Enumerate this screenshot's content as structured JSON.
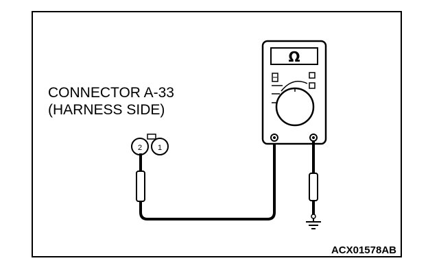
{
  "connector": {
    "title": "CONNECTOR A-33",
    "subtitle": "(HARNESS SIDE)",
    "pins": [
      "2",
      "1"
    ]
  },
  "meter": {
    "display_symbol": "Ω",
    "mode": "resistance"
  },
  "figure_code": "ACX01578AB",
  "colors": {
    "line": "#000000",
    "background": "#ffffff"
  }
}
